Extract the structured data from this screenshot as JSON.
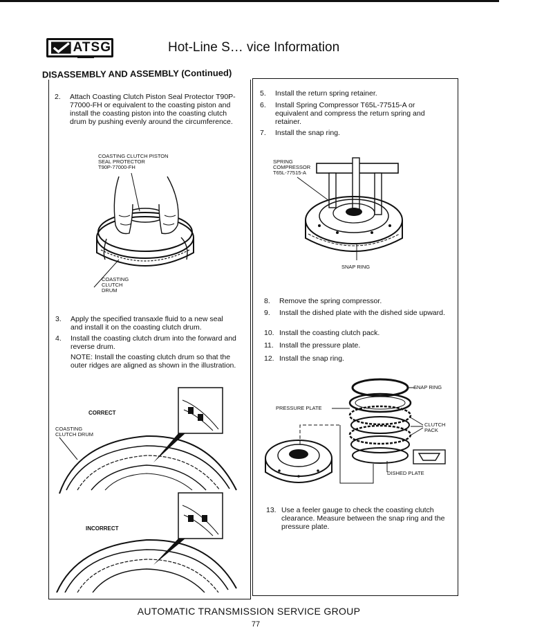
{
  "header": {
    "logo_text": "ATSG",
    "title": "Hot-Line S… vice Information"
  },
  "section_title": "DISASSEMBLY AND ASSEMBLY (Continued)",
  "left_column": {
    "step2": {
      "num": "2.",
      "text": "Attach Coasting Clutch Piston Seal Protector T90P-77000-FH or equivalent to the coasting piston and install the coasting piston into the coasting clutch drum by pushing evenly around the circumference."
    },
    "fig1_labels": {
      "protector_line1": "COASTING CLUTCH PISTON",
      "protector_line2": "SEAL PROTECTOR",
      "protector_line3": "T90P-77000-FH",
      "drum_line1": "COASTING",
      "drum_line2": "CLUTCH",
      "drum_line3": "DRUM"
    },
    "step3": {
      "num": "3.",
      "text": "Apply the specified transaxle fluid to a new seal and install it on the coasting clutch drum."
    },
    "step4": {
      "num": "4.",
      "text": "Install the coasting clutch drum into the forward and reverse drum."
    },
    "note": "NOTE: Install the coasting clutch drum so that the outer ridges are aligned as shown in the illustration.",
    "fig2_labels": {
      "correct": "CORRECT",
      "drum_line1": "COASTING",
      "drum_line2": "CLUTCH DRUM",
      "incorrect": "INCORRECT"
    }
  },
  "right_column": {
    "step5": {
      "num": "5.",
      "text": "Install the return spring retainer."
    },
    "step6": {
      "num": "6.",
      "text": "Install Spring Compressor T65L-77515-A or equivalent and compress the return spring and retainer."
    },
    "step7": {
      "num": "7.",
      "text": "Install the snap ring."
    },
    "fig3_labels": {
      "comp_line1": "SPRING",
      "comp_line2": "COMPRESSOR",
      "comp_line3": "T65L-77515-A",
      "snap_ring": "SNAP RING"
    },
    "step8": {
      "num": "8.",
      "text": "Remove the spring compressor."
    },
    "step9": {
      "num": "9.",
      "text": "Install the dished plate with the dished side upward."
    },
    "step10": {
      "num": "10.",
      "text": "Install the coasting clutch pack."
    },
    "step11": {
      "num": "11.",
      "text": "Install the pressure plate."
    },
    "step12": {
      "num": "12.",
      "text": "Install the snap ring."
    },
    "fig4_labels": {
      "snap_ring": "SNAP RING",
      "pressure_plate": "PRESSURE PLATE",
      "clutch_line1": "CLUTCH",
      "clutch_line2": "PACK",
      "dished_plate": "DISHED PLATE"
    },
    "step13": {
      "num": "13.",
      "text": "Use a feeler gauge to check the coasting clutch clearance. Measure between the snap ring and the pressure plate."
    }
  },
  "footer": {
    "title": "AUTOMATIC TRANSMISSION SERVICE GROUP",
    "page": "77"
  }
}
